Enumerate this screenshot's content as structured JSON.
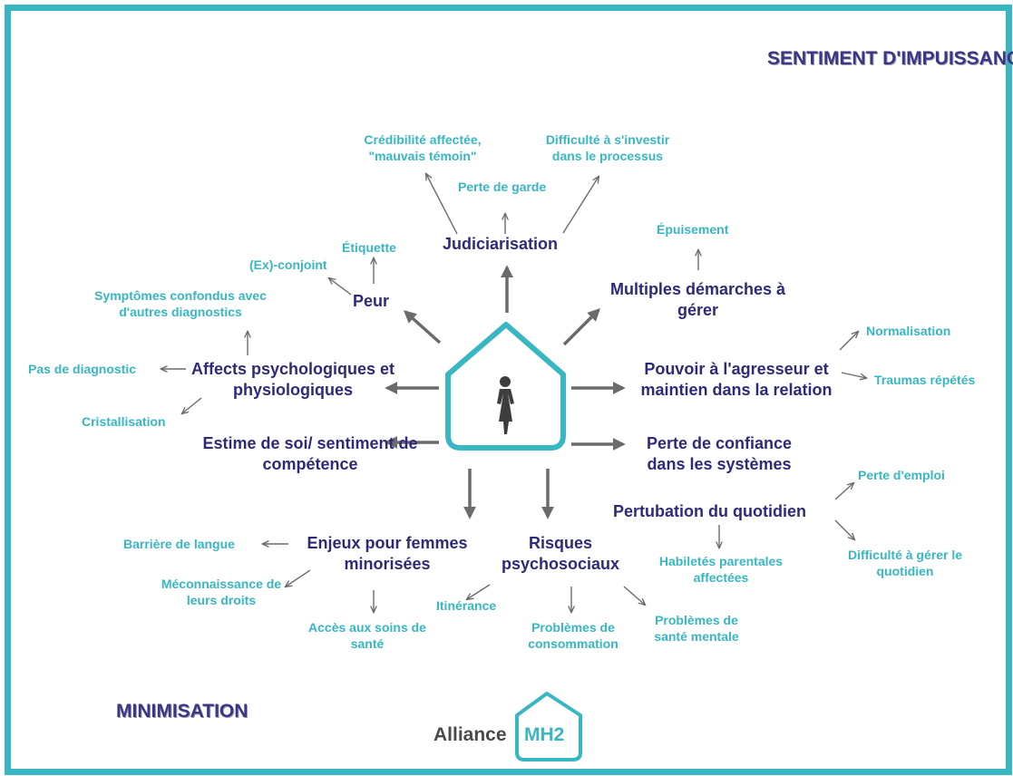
{
  "corner": {
    "top_right": "SENTIMENT D'IMPUISSANCE",
    "bottom_left": "MINIMISATION"
  },
  "center": {
    "icon": "woman-in-house-icon"
  },
  "main": {
    "judiciarisation": "Judiciarisation",
    "peur": "Peur",
    "multiples_demarches": "Multiples démarches à gérer",
    "affects": "Affects psychologiques et physiologiques",
    "pouvoir": "Pouvoir à l'agresseur et maintien dans la relation",
    "estime": "Estime de soi/ sentiment de compétence",
    "perte_confiance": "Perte de confiance dans les systèmes",
    "pertubation": "Pertubation du quotidien",
    "enjeux": "Enjeux pour femmes minorisées",
    "risques": "Risques psychosociaux"
  },
  "sub": {
    "credibilite": "Crédibilité affectée, \"mauvais témoin\"",
    "perte_garde": "Perte de garde",
    "difficulte_investir": "Difficulté à s'investir dans le processus",
    "epuisement": "Épuisement",
    "etiquette": "Étiquette",
    "ex_conjoint": "(Ex)-conjoint",
    "symptomes": "Symptômes confondus avec d'autres diagnostics",
    "pas_diagnostic": "Pas de diagnostic",
    "cristallisation": "Cristallisation",
    "normalisation": "Normalisation",
    "traumas": "Traumas répétés",
    "perte_emploi": "Perte d'emploi",
    "difficulte_gerer": "Difficulté à gérer le quotidien",
    "habiletes": "Habiletés parentales affectées",
    "barriere": "Barrière de langue",
    "meconnaissance": "Méconnaissance de leurs droits",
    "acces_soins": "Accès aux soins de santé",
    "itinerance": "Itinérance",
    "consommation": "Problèmes de consommation",
    "sante_mentale": "Problèmes de santé mentale"
  },
  "logo": {
    "text": "Alliance",
    "badge": "MH2"
  },
  "colors": {
    "frame": "#38b6c1",
    "main_text": "#2e2a7a",
    "sub_text": "#38b6c1",
    "arrow": "#6b6b6b"
  }
}
